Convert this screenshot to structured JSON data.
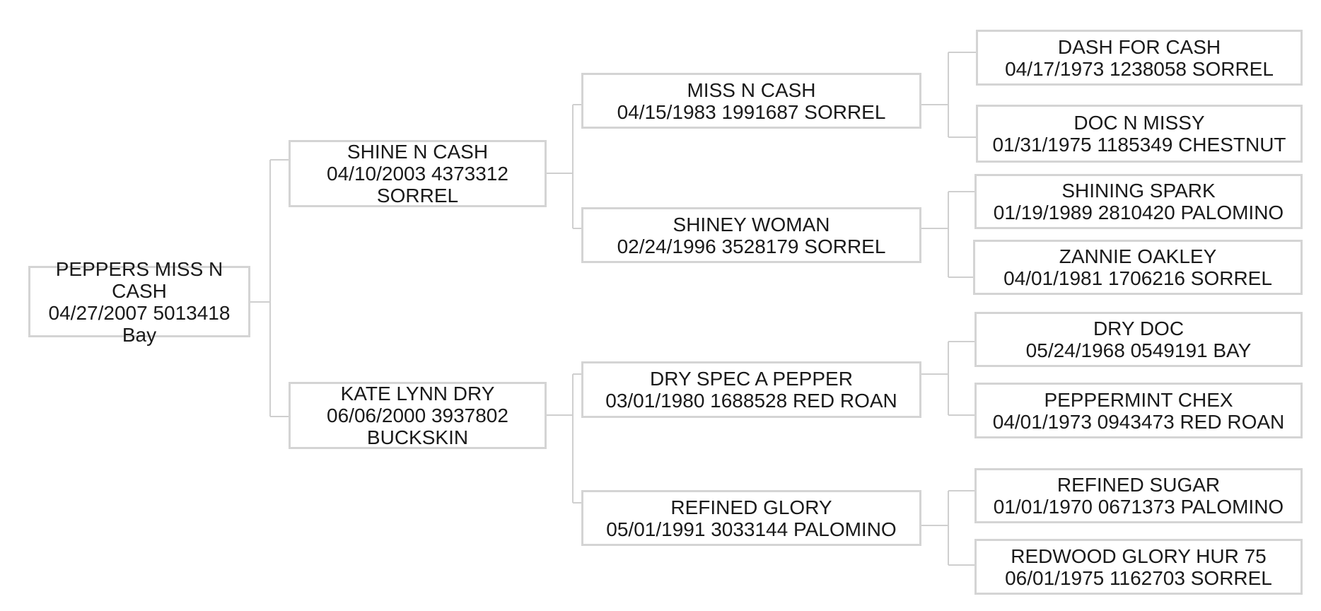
{
  "pedigree": {
    "subject": {
      "name": "PEPPERS MISS N CASH",
      "details": "04/27/2007 5013418 Bay"
    },
    "sire": {
      "name": "SHINE N CASH",
      "details": "04/10/2003 4373312 SORREL"
    },
    "dam": {
      "name": "KATE LYNN DRY",
      "details": "06/06/2000 3937802 BUCKSKIN"
    },
    "sire_sire": {
      "name": "MISS N CASH",
      "details": "04/15/1983 1991687 SORREL"
    },
    "sire_dam": {
      "name": "SHINEY WOMAN",
      "details": "02/24/1996 3528179 SORREL"
    },
    "dam_sire": {
      "name": "DRY SPEC A PEPPER",
      "details": "03/01/1980 1688528 RED ROAN"
    },
    "dam_dam": {
      "name": "REFINED GLORY",
      "details": "05/01/1991 3033144 PALOMINO"
    },
    "sire_sire_sire": {
      "name": "DASH FOR CASH",
      "details": "04/17/1973 1238058 SORREL"
    },
    "sire_sire_dam": {
      "name": "DOC N MISSY",
      "details": "01/31/1975 1185349 CHESTNUT"
    },
    "sire_dam_sire": {
      "name": "SHINING SPARK",
      "details": "01/19/1989 2810420 PALOMINO"
    },
    "sire_dam_dam": {
      "name": "ZANNIE OAKLEY",
      "details": "04/01/1981 1706216 SORREL"
    },
    "dam_sire_sire": {
      "name": "DRY DOC",
      "details": "05/24/1968 0549191 BAY"
    },
    "dam_sire_dam": {
      "name": "PEPPERMINT CHEX",
      "details": "04/01/1973 0943473 RED ROAN"
    },
    "dam_dam_sire": {
      "name": "REFINED SUGAR",
      "details": "01/01/1970 0671373 PALOMINO"
    },
    "dam_dam_dam": {
      "name": "REDWOOD GLORY HUR 75",
      "details": "06/01/1975 1162703 SORREL"
    }
  },
  "colors": {
    "box_border": "#d4d4d4",
    "connector": "#cfcfcf",
    "text": "#1a1a1a",
    "background": "#ffffff"
  }
}
